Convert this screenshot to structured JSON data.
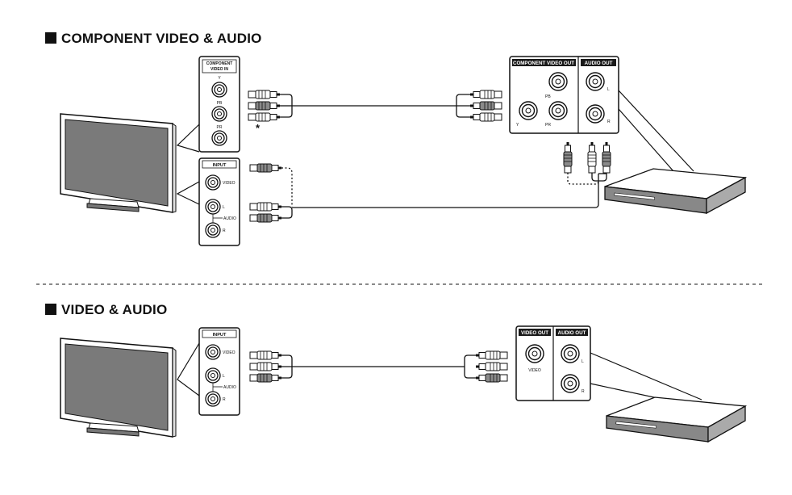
{
  "sections": [
    {
      "title": "COMPONENT VIDEO & AUDIO",
      "tv_panels": {
        "component": {
          "header_line1": "COMPONENT",
          "header_line2": "VIDEO IN",
          "jacks": [
            "Y",
            "PB",
            "PR"
          ]
        },
        "input": {
          "header": "INPUT",
          "video": "VIDEO",
          "left": "L",
          "audio": "AUDIO",
          "right": "R"
        }
      },
      "asterisk": "*",
      "player_panel": {
        "video_header": "COMPONENT VIDEO OUT",
        "audio_header": "AUDIO OUT",
        "jacks": [
          "Y",
          "PB",
          "PR"
        ],
        "left": "L",
        "right": "R"
      }
    },
    {
      "title": "VIDEO & AUDIO",
      "tv_panels": {
        "input": {
          "header": "INPUT",
          "video": "VIDEO",
          "left": "L",
          "audio": "AUDIO",
          "right": "R"
        }
      },
      "player_panel": {
        "video_header": "VIDEO OUT",
        "audio_header": "AUDIO OUT",
        "video": "VIDEO",
        "left": "L",
        "right": "R"
      }
    }
  ],
  "colors": {
    "ink": "#111111",
    "tv_screen": "#7a7a7a",
    "panel_header": "#1a1a1a",
    "plug_gray": "#888888"
  }
}
